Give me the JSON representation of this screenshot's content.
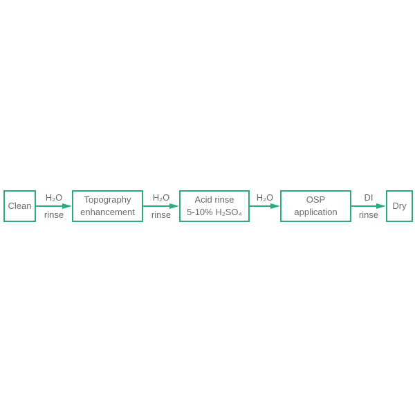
{
  "diagram": {
    "type": "process-flow",
    "background_color": "#ffffff",
    "accent_color": "#2bab7f",
    "text_color": "#666d72",
    "nodes": [
      {
        "id": "clean",
        "lines": [
          "Clean"
        ]
      },
      {
        "id": "topography",
        "lines": [
          "Topography",
          "enhancement"
        ]
      },
      {
        "id": "acid-rinse",
        "lines": [
          "Acid rinse",
          "5-10% H₂SO₄"
        ]
      },
      {
        "id": "osp",
        "lines": [
          "OSP",
          "application"
        ]
      },
      {
        "id": "dry",
        "lines": [
          "Dry"
        ]
      }
    ],
    "connectors": [
      {
        "from": "clean",
        "to": "topography",
        "top": "H₂O",
        "bottom": "rinse"
      },
      {
        "from": "topography",
        "to": "acid-rinse",
        "top": "H₂O",
        "bottom": "rinse"
      },
      {
        "from": "acid-rinse",
        "to": "osp",
        "top": "H₂O",
        "bottom": ""
      },
      {
        "from": "osp",
        "to": "dry",
        "top": "DI",
        "bottom": "rinse"
      }
    ]
  }
}
